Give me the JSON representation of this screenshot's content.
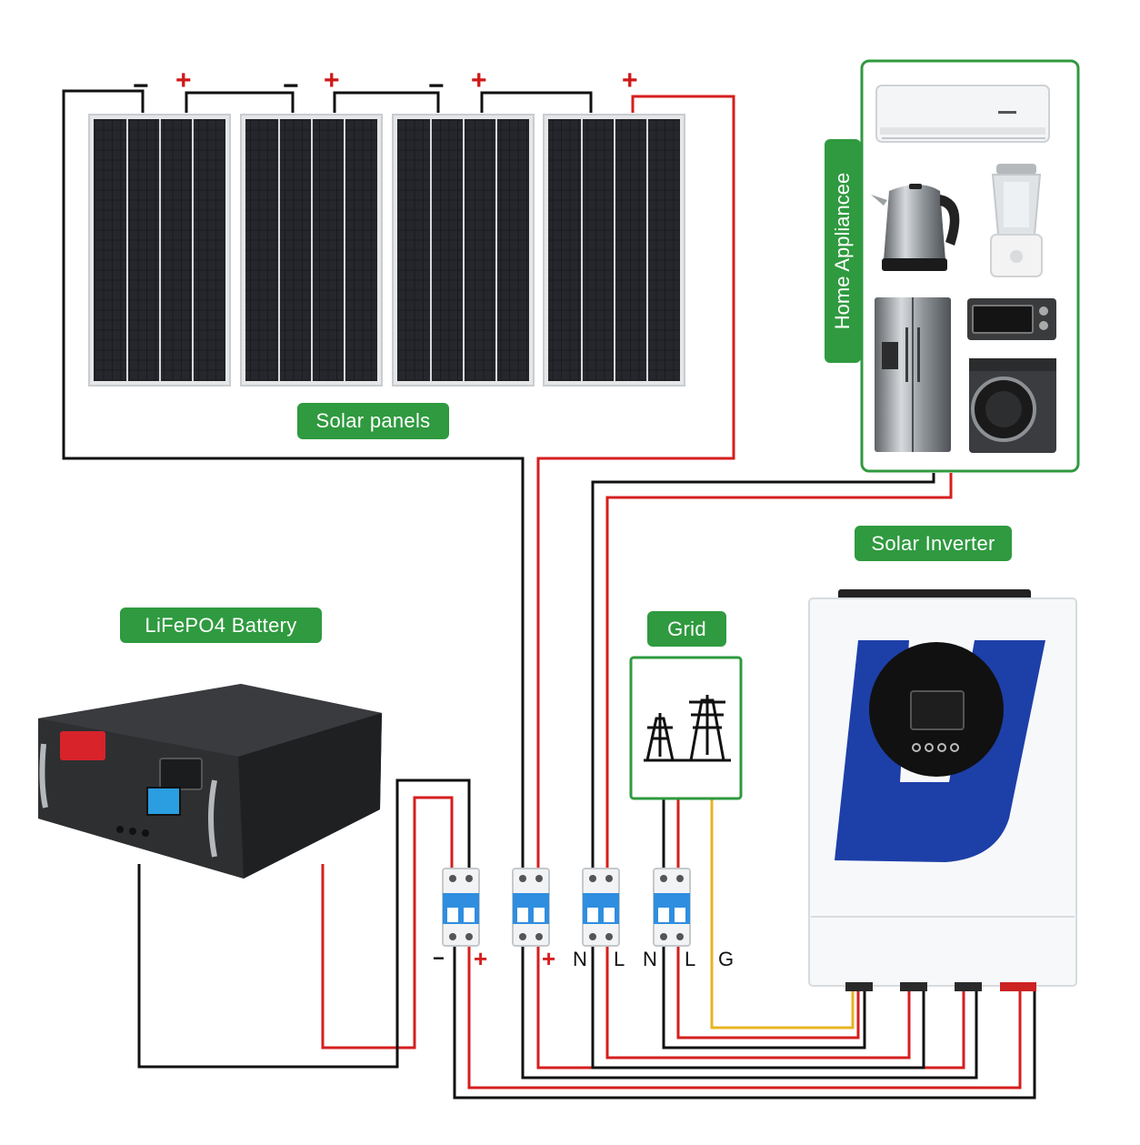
{
  "labels": {
    "solar_panels": "Solar panels",
    "home_appliances": "Home Appliancee",
    "solar_inverter": "Solar Inverter",
    "battery": "LiFePO4 Battery",
    "grid": "Grid"
  },
  "panel_polarity": {
    "positive": "+",
    "negative": "−"
  },
  "breaker_terminals": [
    "−",
    "+",
    "+",
    "N",
    "L",
    "N",
    "L",
    "G"
  ],
  "colors": {
    "label_green": "#2f9a3f",
    "wire_red": "#d61e1e",
    "wire_black": "#111111",
    "wire_yellow": "#e8b321",
    "inverter_blue": "#1d3fa8",
    "breaker_blue": "#2f8ee0"
  },
  "icons": [
    "solar-panel-icon",
    "air-conditioner-icon",
    "kettle-icon",
    "blender-icon",
    "refrigerator-icon",
    "oven-icon",
    "washing-machine-icon",
    "battery-icon",
    "transmission-tower-icon",
    "inverter-icon",
    "circuit-breaker-icon"
  ]
}
